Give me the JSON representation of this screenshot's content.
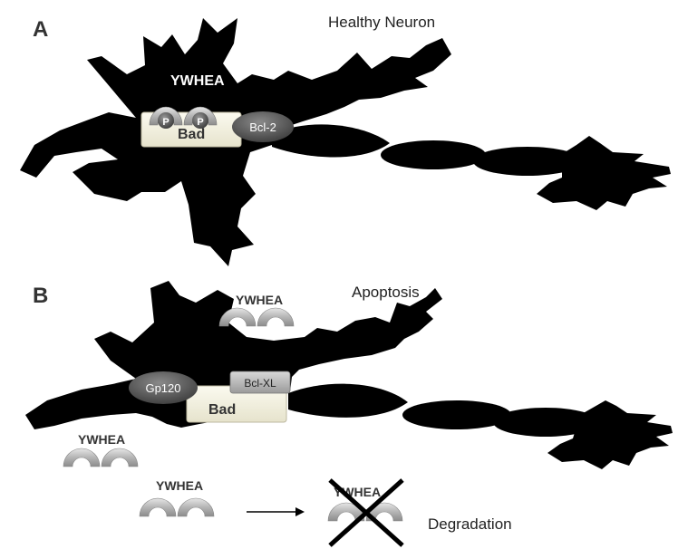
{
  "panel_a": {
    "label": "A",
    "title": "Healthy Neuron",
    "ywhea": "YWHEA",
    "phospho_left": "P",
    "phospho_right": "P",
    "bad": "Bad",
    "bcl2": "Bcl-2"
  },
  "panel_b": {
    "label": "B",
    "title": "Apoptosis",
    "ywhea_top": "YWHEA",
    "gp120": "Gp120",
    "bclxl": "Bcl-XL",
    "bad": "Bad",
    "ywhea_left": "YWHEA",
    "ywhea_bottom": "YWHEA",
    "ywhea_degraded": "YWHEA",
    "degradation": "Degradation"
  },
  "colors": {
    "neuron": "#000000",
    "bad_box": "#f2f0e0",
    "protein_dark": "#555555",
    "ywhea_gray": "#b9b9b9"
  }
}
